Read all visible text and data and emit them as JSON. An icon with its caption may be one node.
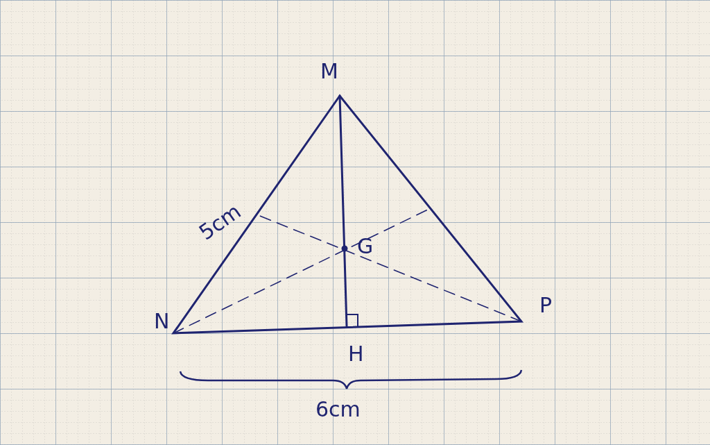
{
  "diagram": {
    "labels": [
      "M",
      "G",
      "N",
      "P",
      "5cm",
      "H",
      "6cm"
    ]
  }
}
